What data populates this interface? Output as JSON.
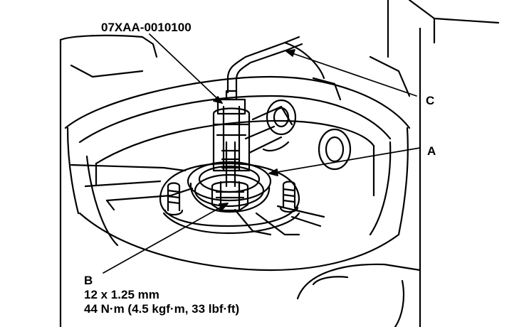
{
  "labels": {
    "tool_number": "07XAA-0010100",
    "callout_a": "A",
    "callout_b": "B",
    "callout_c": "C",
    "bolt_size": "12 x 1.25 mm",
    "torque_spec": "44 N·m (4.5 kgf·m, 33 lbf·ft)"
  },
  "colors": {
    "line": "#000000",
    "background": "#ffffff"
  }
}
